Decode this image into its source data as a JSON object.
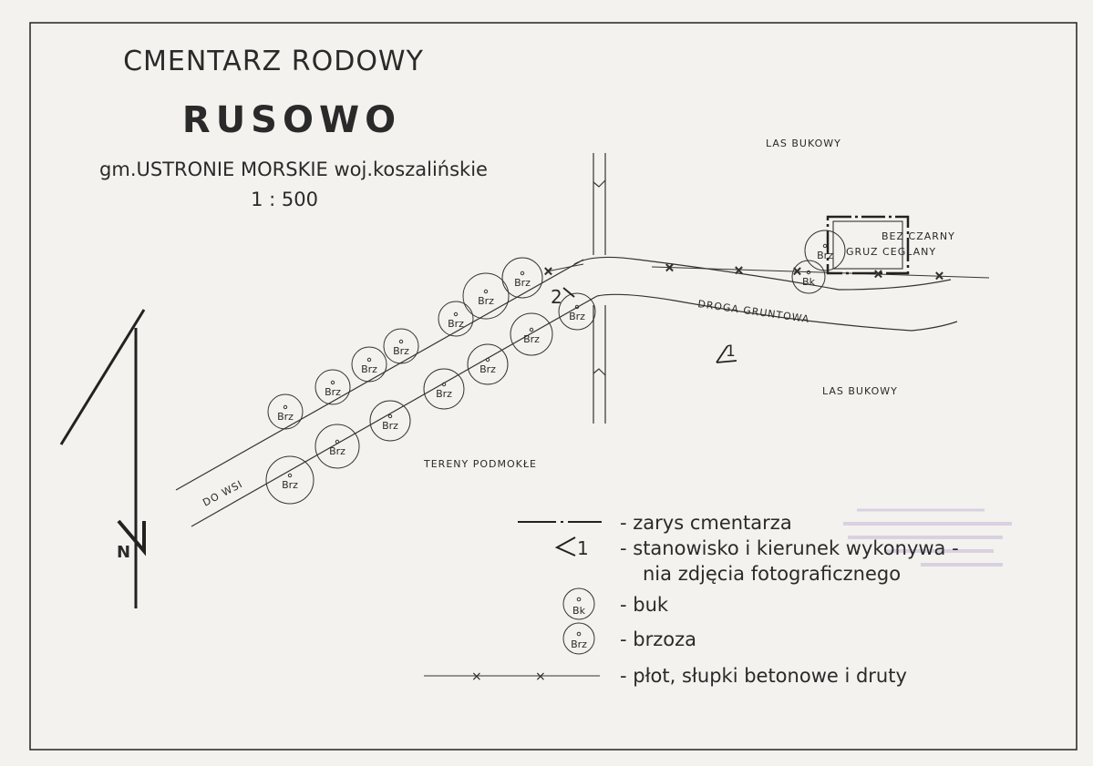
{
  "header": {
    "title": "CMENTARZ RODOWY",
    "place": "RUSOWO",
    "region": "gm.USTRONIE MORSKIE  woj.koszalińskie",
    "scale": "1 : 500"
  },
  "map_labels": {
    "forest_top": "LAS BUKOWY",
    "forest_right": "LAS BUKOWY",
    "dirt_road": "DROGA GRUNTOWA",
    "to_village": "DO WSI",
    "wetlands": "TERENY PODMOKŁE",
    "elder": "BEZ CZARNY",
    "rubble": "GRUZ CEGLANY",
    "station_2": "2",
    "station_1": "1"
  },
  "trees": [
    {
      "label": "Brz"
    },
    {
      "label": "Brz"
    },
    {
      "label": "Brz"
    },
    {
      "label": "Brz"
    },
    {
      "label": "Brz"
    },
    {
      "label": "Brz"
    },
    {
      "label": "Brz"
    },
    {
      "label": "Brz"
    },
    {
      "label": "Brz"
    },
    {
      "label": "Brz"
    },
    {
      "label": "Brz"
    },
    {
      "label": "Brz"
    },
    {
      "label": "Brz"
    },
    {
      "label": "Brz"
    },
    {
      "label": "Brz"
    },
    {
      "label": "Bk"
    },
    {
      "label": "Bk"
    }
  ],
  "north_arrow": {
    "label": "N"
  },
  "legend": {
    "cemetery_outline": "- zarys cmentarza",
    "photo_station_1": "- stanowisko i kierunek wykonywa -",
    "photo_station_2": "nia zdjęcia fotograficznego",
    "photo_symbol": "1",
    "beech": "- buk",
    "beech_symbol": "Bk",
    "birch": "- brzoza",
    "birch_symbol": "Brz",
    "fence": "- płot, słupki betonowe i druty"
  },
  "colors": {
    "ink": "#2a2a2a",
    "paper": "#f3f2ee",
    "stamp": "#b9a6cc"
  }
}
